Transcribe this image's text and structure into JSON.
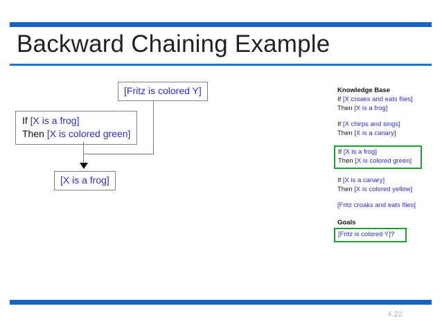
{
  "slide": {
    "title": "Backward Chaining Example",
    "page_number": "4.22",
    "accent_color": "#1565C0",
    "rule_color": "#1878D2",
    "text_blue": "#2B2BD4",
    "highlight_green": "#1E9E32"
  },
  "diagram": {
    "goal_node": "[Fritz is colored Y]",
    "rule_node": {
      "if_keyword": "If ",
      "if_clause": "[X is a frog]",
      "then_keyword": "Then ",
      "then_clause": "[X is colored green]"
    },
    "fact_node": "[X is a frog]"
  },
  "knowledge_base": {
    "heading": "Knowledge Base",
    "rules": [
      {
        "if_keyword": "If ",
        "if_clause": "[X croaks and eats flies]",
        "then_keyword": "Then ",
        "then_clause": "[X is a frog]",
        "highlighted": false
      },
      {
        "if_keyword": "If ",
        "if_clause": "[X chirps and sings]",
        "then_keyword": "Then ",
        "then_clause": "[X is a canary]",
        "highlighted": false
      },
      {
        "if_keyword": "If ",
        "if_clause": "[X is a frog]",
        "then_keyword": "Then ",
        "then_clause": "[X is colored green]",
        "highlighted": true
      },
      {
        "if_keyword": "If ",
        "if_clause": "[X is a canary]",
        "then_keyword": "Then ",
        "then_clause": "[X is colored yellow]",
        "highlighted": false
      }
    ],
    "fact": "[Fritz croaks and eats flies]"
  },
  "goals": {
    "heading": "Goals",
    "query_clause": "[Fritz is colored Y]",
    "query_mark": "?"
  }
}
